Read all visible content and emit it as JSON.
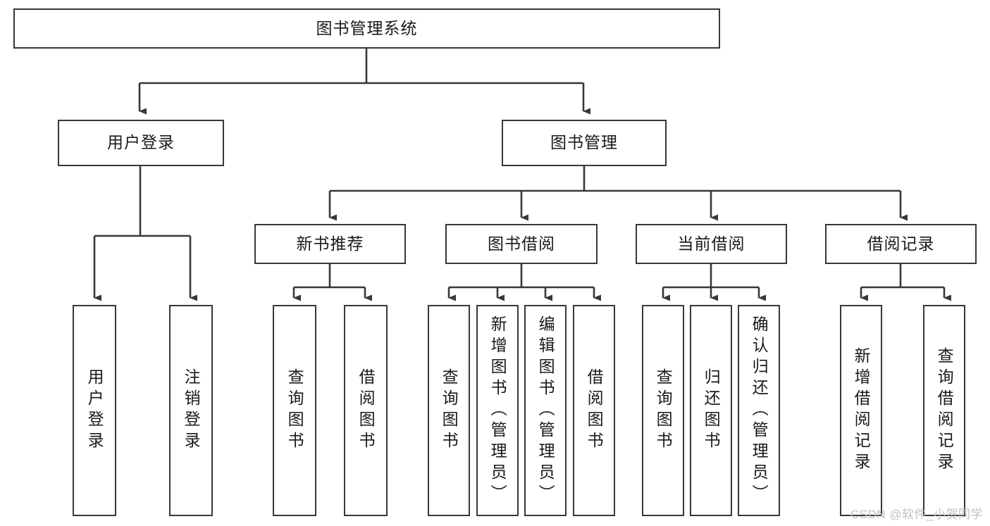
{
  "diagram": {
    "title": "图书管理系统",
    "type": "tree-hierarchy",
    "line_color": "#35383c",
    "box_fill": "#ffffff",
    "text_color": "#1a1a1a",
    "background": "#ffffff"
  },
  "nodes": {
    "root": {
      "label": "图书管理系统"
    },
    "level1": [
      {
        "label": "用户登录"
      },
      {
        "label": "图书管理"
      }
    ],
    "level2": [
      {
        "label": "新书推荐"
      },
      {
        "label": "图书借阅"
      },
      {
        "label": "当前借阅"
      },
      {
        "label": "借阅记录"
      }
    ],
    "leaves": {
      "user_login": [
        {
          "label": "用户登录"
        },
        {
          "label": "注销登录"
        }
      ],
      "new_book_recommend": [
        {
          "label": "查询图书"
        },
        {
          "label": "借阅图书"
        }
      ],
      "book_borrow": [
        {
          "label": "查询图书"
        },
        {
          "label": "新增图书（管理员）"
        },
        {
          "label": "编辑图书（管理员）"
        },
        {
          "label": "借阅图书"
        }
      ],
      "current_borrow": [
        {
          "label": "查询图书"
        },
        {
          "label": "归还图书"
        },
        {
          "label": "确认归还（管理员）"
        }
      ],
      "borrow_record": [
        {
          "label": "新增借阅记录"
        },
        {
          "label": "查询借阅记录"
        }
      ]
    }
  },
  "watermark": {
    "text": "CSDN @软件_小贺同学"
  }
}
